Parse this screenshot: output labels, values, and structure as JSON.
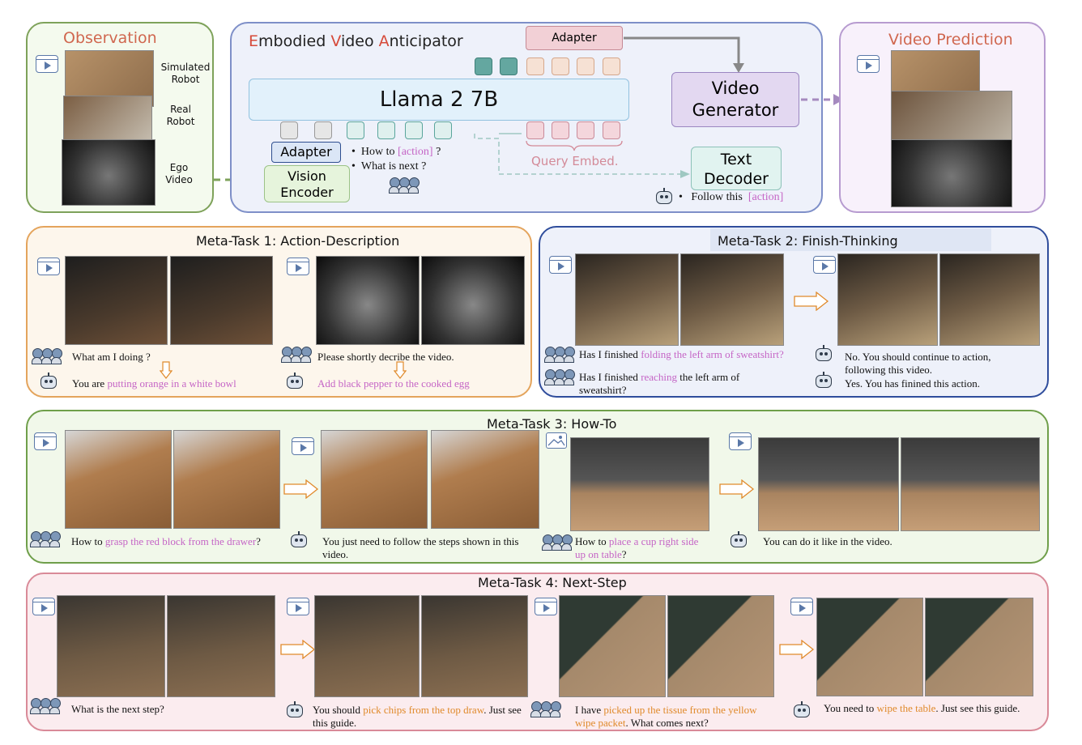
{
  "top": {
    "observation": {
      "title": "Observation",
      "labels": [
        "Simulated Robot",
        "Real Robot",
        "Ego Video"
      ]
    },
    "anticipator": {
      "title_parts": [
        "E",
        "mbodied ",
        "V",
        "ideo ",
        "A",
        "nticipator"
      ],
      "adapter_top": "Adapter",
      "llm": "Llama 2 7B",
      "adapter_bottom": "Adapter",
      "vision_encoder": "Vision Encoder",
      "video_generator": "Video Generator",
      "text_decoder": "Text Decoder",
      "query_embed": "Query Embed.",
      "bullets": [
        "How to ",
        "[action]",
        " ?",
        "What is next ?"
      ],
      "follow": [
        "Follow this ",
        "[action]"
      ]
    },
    "prediction": {
      "title": "Video Prediction"
    }
  },
  "mt1": {
    "title": "Meta-Task 1:  Action-Description",
    "q1": "What am I doing ?",
    "a1": [
      "You are ",
      "putting orange in a white bowl"
    ],
    "q2": "Please shortly decribe the video.",
    "a2": "Add black pepper to the cooked egg"
  },
  "mt2": {
    "title": "Meta-Task 2: Finish-Thinking",
    "q1": [
      "Has I finished ",
      "folding the left arm of sweatshirt?"
    ],
    "q2": [
      "Has I finished ",
      "reaching",
      " the left arm of sweatshirt?"
    ],
    "a1": "No. You should continue to action, following this video.",
    "a2": "Yes. You has finined this action."
  },
  "mt3": {
    "title": "Meta-Task 3: How-To",
    "q1": [
      "How to ",
      "grasp the red block from the drawer",
      "?"
    ],
    "a1": "You just need to follow the steps shown in this video.",
    "q2": [
      "How to ",
      "place a cup right side up on table",
      "?"
    ],
    "a2": "You can do it like in the video."
  },
  "mt4": {
    "title": "Meta-Task 4: Next-Step",
    "q1": "What is the next step?",
    "a1": [
      "You should ",
      "pick chips from the top draw",
      ".  Just see this guide."
    ],
    "q2": [
      "I have ",
      "picked up the tissue from the yellow wipe packet",
      ". What comes next?"
    ],
    "a2": [
      "You need to ",
      "wipe the table",
      ".  Just see this guide."
    ]
  },
  "colors": {
    "obs_border": "#7ea25a",
    "ant_border": "#7e8fc8",
    "pred_border": "#b79bd0",
    "mt1_border": "#e4a45c",
    "mt2_border": "#2f4d9c",
    "mt3_border": "#6f9f4a",
    "mt4_border": "#d98a98"
  }
}
